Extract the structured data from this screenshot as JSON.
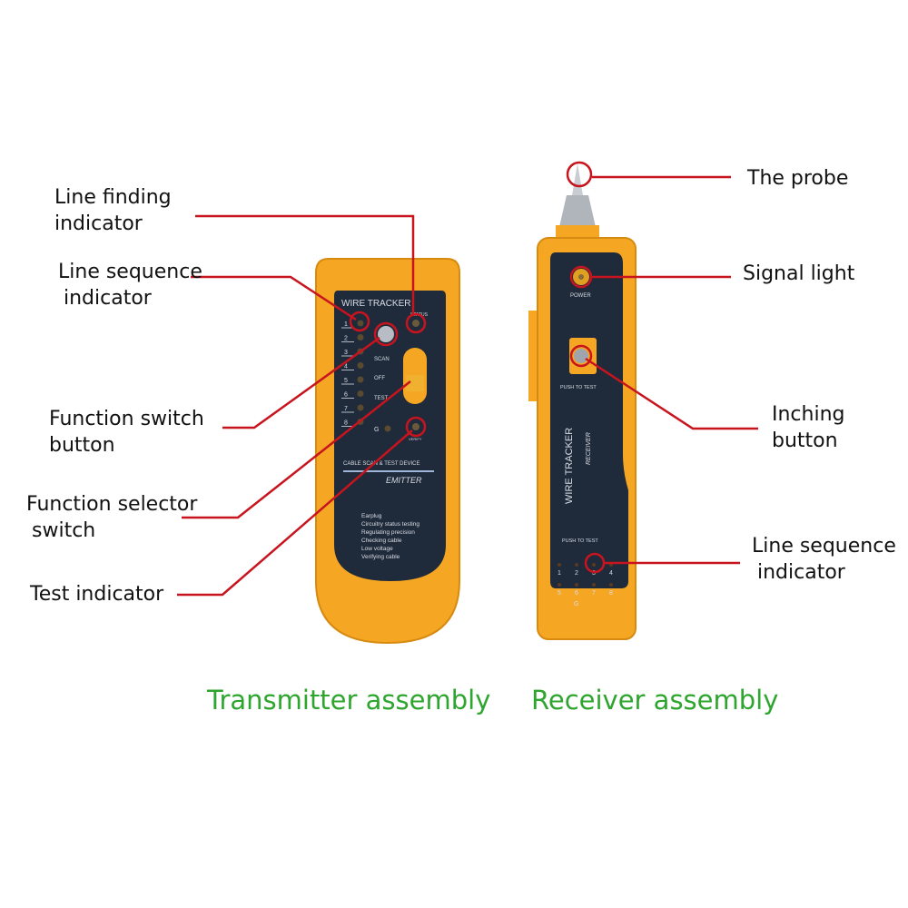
{
  "colors": {
    "accent_line": "#c8141e",
    "caption": "#2ea52e",
    "body": "#f5a623",
    "panel": "#1f2a3a"
  },
  "transmitter": {
    "caption": "Transmitter assembly",
    "labels": {
      "line_finding": [
        "Line finding",
        "indicator"
      ],
      "line_sequence": [
        "Line sequence",
        "indicator"
      ],
      "function_switch": [
        "Function switch",
        "button"
      ],
      "function_selector": [
        "Function selector",
        "switch"
      ],
      "test_indicator": [
        "Test indicator"
      ]
    },
    "device": {
      "title": "WIRE TRACKER",
      "status": "STATUS",
      "numbers": [
        "1",
        "2",
        "3",
        "4",
        "5",
        "6",
        "7",
        "8"
      ],
      "ground": "G",
      "modes": [
        "SCAN",
        "OFF",
        "TEST"
      ],
      "verify": "VERIFY",
      "subtitle": "CABLE SCAN & TEST DEVICE",
      "name": "EMITTER",
      "features": [
        "Earplug",
        "Circuitry status testing",
        "Regulating precision",
        "Checking cable",
        "Low voltage",
        "Verifying cable"
      ]
    }
  },
  "receiver": {
    "caption": "Receiver assembly",
    "labels": {
      "probe": [
        "The probe"
      ],
      "signal_light": [
        "Signal light"
      ],
      "inching": [
        "Inching",
        "button"
      ],
      "line_sequence": [
        "Line sequence",
        "indicator"
      ]
    },
    "device": {
      "power": "POWER",
      "push_to_test_1": "PUSH TO TEST",
      "title": "WIRE TRACKER",
      "name": "RECEIVER",
      "push_to_test_2": "PUSH TO TEST",
      "numbers": [
        "1",
        "2",
        "3",
        "4",
        "5",
        "6",
        "7",
        "8"
      ],
      "ground": "G"
    }
  }
}
